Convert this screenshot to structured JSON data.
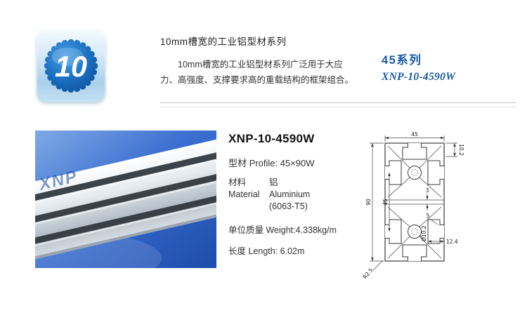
{
  "badge": {
    "number": "10"
  },
  "header": {
    "title": "10mm槽宽的工业铝型材系列",
    "desc": "10mm槽宽的工业铝型材系列广泛用于大应力、高强度、支撑要求高的重载结构的框架组合。",
    "series": "45系列",
    "series_model": "XNP-10-4590W"
  },
  "photo": {
    "watermark": "XNP"
  },
  "product": {
    "model": "XNP-10-4590W",
    "profile": "型材 Profile: 45×90W",
    "material": {
      "label_cn": "材料",
      "label_en": "Material",
      "value_cn": "铝",
      "value_en": "Aluminium",
      "value_spec": "(6063-T5)"
    },
    "weight": "单位质量 Weight:4.338kg/m",
    "length": "长度 Length: 6.02m"
  },
  "drawing": {
    "dim_width": "45",
    "dim_slot_top": "10.2",
    "dim_height": "90",
    "dim_half": "45",
    "dim_wall": "3",
    "dim_slot_opening": "5",
    "dim_bore": "Ø10.2",
    "dim_slot_depth": "12.4",
    "dim_radius": "R2.5"
  },
  "colors": {
    "accent_blue": "#1a5aa8",
    "photo_blue": "#2f66cc"
  }
}
